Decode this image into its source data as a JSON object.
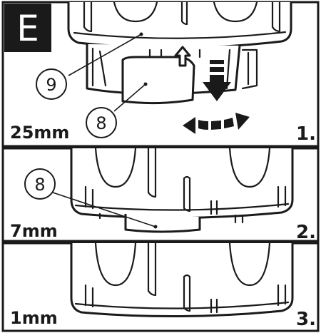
{
  "badge": {
    "letter": "E",
    "background": "#1a1a1a",
    "text_color": "#ffffff"
  },
  "panels": [
    {
      "measurement": "25mm",
      "step": "1.",
      "callouts": [
        "9",
        "8"
      ]
    },
    {
      "measurement": "7mm",
      "step": "2.",
      "callouts": [
        "8"
      ]
    },
    {
      "measurement": "1mm",
      "step": "3.",
      "callouts": []
    }
  ],
  "icons": {
    "push_arrow": "down-arrow-icon",
    "rotate_arrow": "rotate-both-ways-icon",
    "guide_arrow": "up-arrow-icon"
  },
  "colors": {
    "line": "#1a1a1a",
    "background": "#ffffff"
  }
}
